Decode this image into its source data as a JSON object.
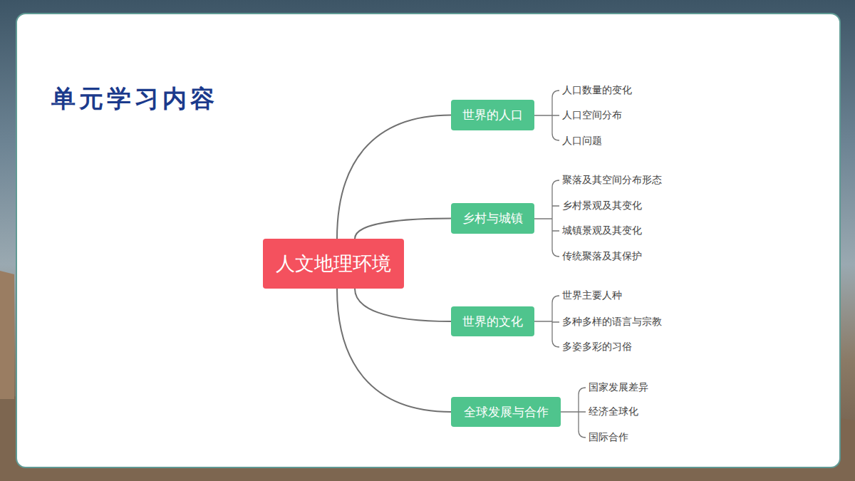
{
  "diagram": {
    "title": "单元学习内容",
    "nodes": [
      {
        "text": [
          "人文地理环境"
        ]
      },
      {
        "text": [
          "世界的人口"
        ]
      },
      {
        "text": [
          "乡村与城镇"
        ]
      },
      {
        "text": [
          "世界的文化"
        ]
      },
      {
        "text": [
          "全球发展与合作"
        ]
      }
    ],
    "edges": [
      {
        "from": 0,
        "to": 1,
        "arrow": "none"
      },
      {
        "from": 0,
        "to": 2,
        "arrow": "none"
      },
      {
        "from": 0,
        "to": 3,
        "arrow": "none"
      },
      {
        "from": 0,
        "to": 4,
        "arrow": "none"
      }
    ],
    "labels": [
      "人口数量的变化",
      "人口空间分布",
      "人口问题",
      "聚落及其空间分布形态",
      "乡村景观及其变化",
      "城镇景观及其变化",
      "传统聚落及其保护",
      "世界主要人种",
      "多种多样的语言与宗教",
      "多姿多彩的习俗",
      "国家发展差异",
      "经济全球化",
      "国际合作"
    ]
  }
}
